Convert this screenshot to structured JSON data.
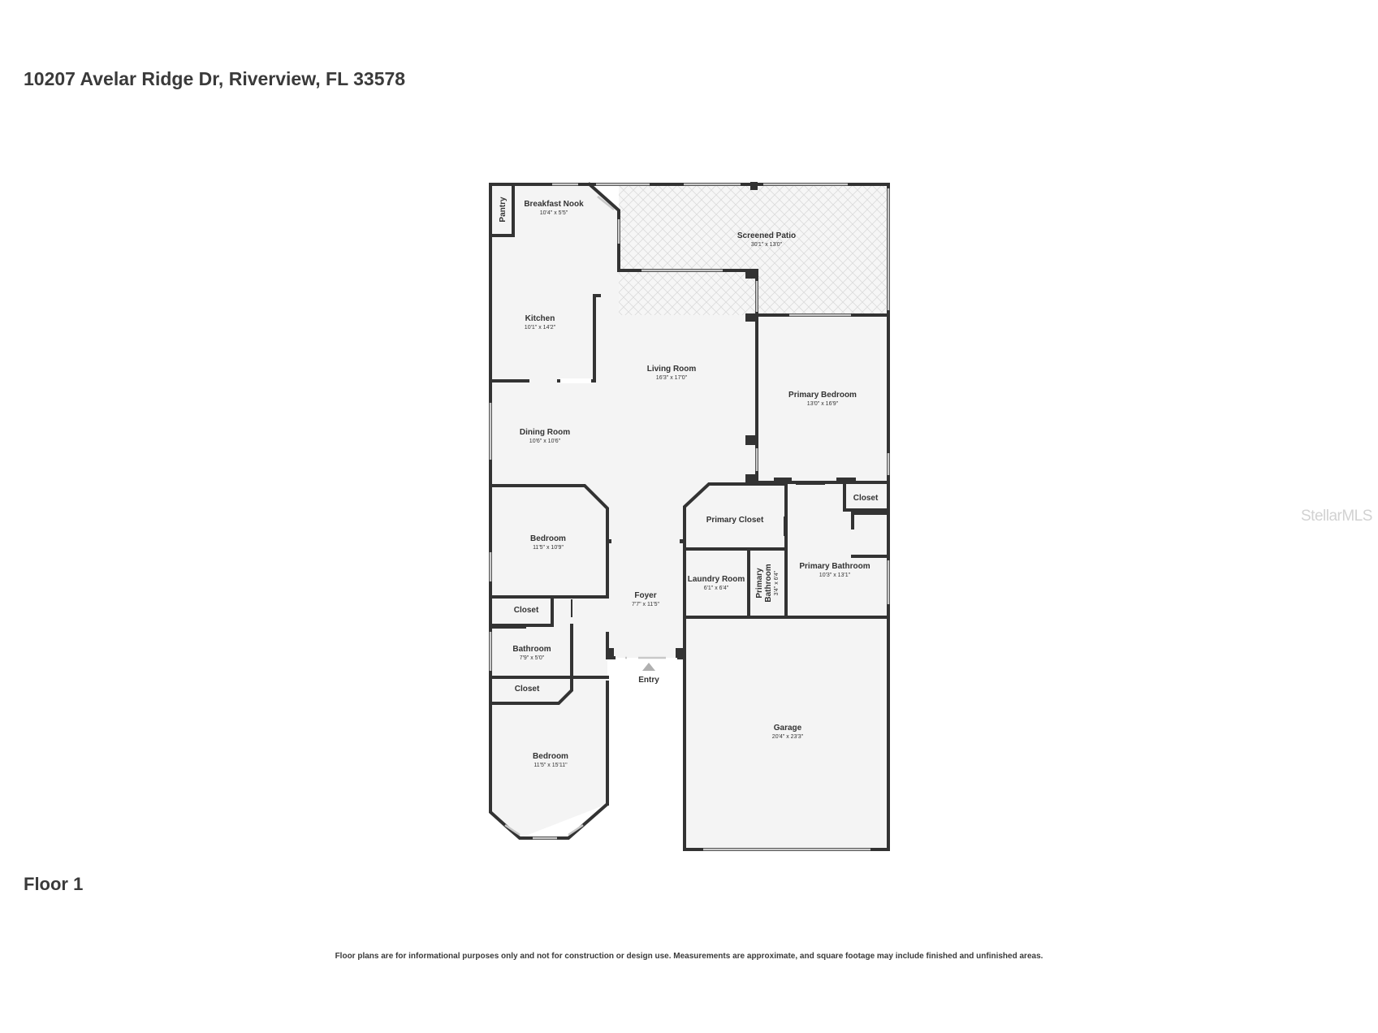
{
  "header": {
    "address": "10207 Avelar Ridge Dr, Riverview, FL 33578"
  },
  "floor_label": "Floor 1",
  "disclaimer": "Floor plans are for informational purposes only and not for construction or design use. Measurements are approximate, and square footage may include finished and unfinished areas.",
  "watermark": "StellarMLS",
  "entry_label": "Entry",
  "rooms": {
    "breakfast_nook": {
      "name": "Breakfast Nook",
      "dims": "10'4\" x 5'5\""
    },
    "pantry": {
      "name": "Pantry"
    },
    "screened_patio": {
      "name": "Screened Patio",
      "dims": "30'1\" x 13'0\""
    },
    "kitchen": {
      "name": "Kitchen",
      "dims": "10'1\" x 14'2\""
    },
    "living_room": {
      "name": "Living Room",
      "dims": "16'3\" x 17'0\""
    },
    "primary_bedroom": {
      "name": "Primary Bedroom",
      "dims": "13'0\" x 16'9\""
    },
    "dining_room": {
      "name": "Dining Room",
      "dims": "10'6\" x 10'6\""
    },
    "closet_primary": {
      "name": "Closet"
    },
    "primary_closet": {
      "name": "Primary Closet"
    },
    "bedroom_1": {
      "name": "Bedroom",
      "dims": "11'5\" x 10'9\""
    },
    "primary_bathroom": {
      "name": "Primary Bathroom",
      "dims": "10'3\" x 13'1\""
    },
    "laundry_room": {
      "name": "Laundry Room",
      "dims": "6'1\" x 6'4\""
    },
    "primary_bathroom_small": {
      "name_line1": "Primary",
      "name_line2": "Bathroom",
      "dims": "3'4\" x 6'4\""
    },
    "foyer": {
      "name": "Foyer",
      "dims": "7'7\" x 11'5\""
    },
    "closet_1": {
      "name": "Closet"
    },
    "bathroom": {
      "name": "Bathroom",
      "dims": "7'9\" x 5'0\""
    },
    "closet_2": {
      "name": "Closet"
    },
    "garage": {
      "name": "Garage",
      "dims": "20'4\" x 23'3\""
    },
    "bedroom_2": {
      "name": "Bedroom",
      "dims": "11'5\" x 15'11\""
    }
  }
}
